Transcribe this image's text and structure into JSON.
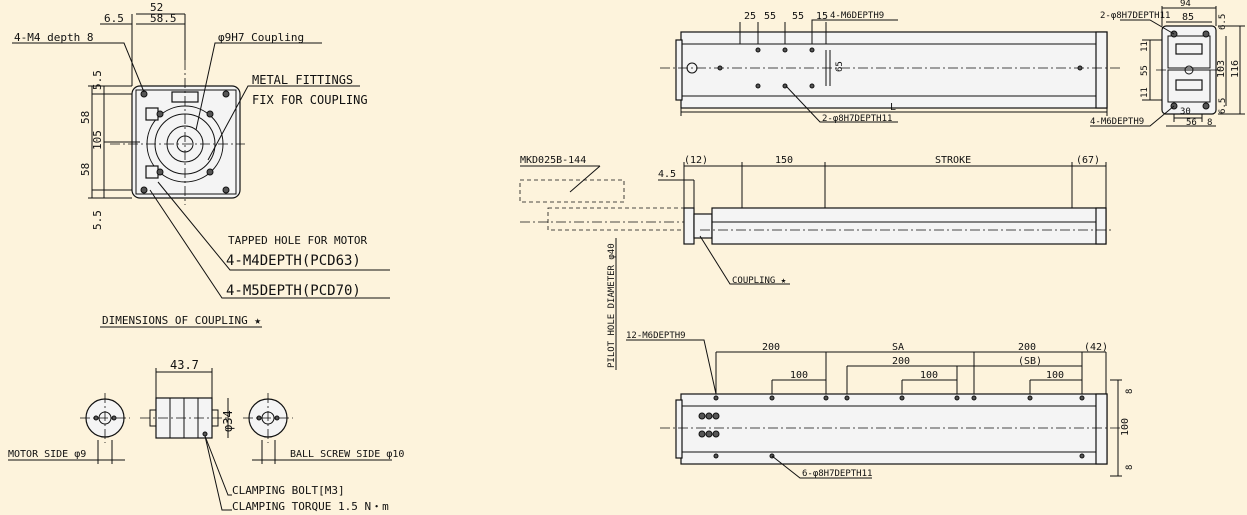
{
  "coupling_view": {
    "dim_52": "52",
    "dim_6_5": "6.5",
    "dim_58_5": "58.5",
    "tap_m4_depth8": "4-M4 depth 8",
    "coupling_phi9h7": "φ9H7 Coupling",
    "dim_5_5_top": "5.5",
    "dim_58_top": "58",
    "dim_105": "105",
    "dim_58_bottom": "58",
    "dim_5_5_bottom": "5.5",
    "metal_fittings": "METAL FITTINGS",
    "fix_for_coupling": "FIX FOR COUPLING",
    "tapped_hole": "TAPPED HOLE FOR MOTOR",
    "m4_depth_pcd63": "4-M4DEPTH(PCD63)",
    "m5_depth_pcd70": "4-M5DEPTH(PCD70)",
    "dimensions_of_coupling": "DIMENSIONS OF COUPLING ★"
  },
  "coupling_detail": {
    "dim_43_7": "43.7",
    "dim_phi34": "φ34",
    "motor_side": "MOTOR SIDE φ9",
    "ball_screw_side": "BALL SCREW SIDE φ10",
    "clamping_bolt": "CLAMPING BOLT[M3]",
    "clamping_torque": "CLAMPING TORQUE 1.5 N・m"
  },
  "top_view": {
    "dim_25": "25",
    "dim_55a": "55",
    "dim_55b": "55",
    "dim_15": "15",
    "m6_depth9": "4-M6DEPTH9",
    "dim_65": "65",
    "dim_l": "L",
    "phi8_depth11": "2-φ8H7DEPTH11"
  },
  "end_view": {
    "dim_94": "94",
    "dim_85": "85",
    "phi8_depth11": "2-φ8H7DEPTH11",
    "dim_6_5_top": "6.5",
    "dim_11_top": "11",
    "dim_55": "55",
    "dim_11_bottom": "11",
    "dim_103": "103",
    "dim_116": "116",
    "dim_6_5_bottom": "6.5",
    "dim_30": "30",
    "m6_depth9": "4-M6DEPTH9",
    "dim_56": "56",
    "dim_8": "8"
  },
  "side_view": {
    "motor_model": "MKD025B-144",
    "dim_12": "(12)",
    "dim_4_5": "4.5",
    "dim_150": "150",
    "stroke": "STROKE",
    "dim_67": "(67)",
    "pilot_hole": "PILOT HOLE DIAMETER φ40",
    "coupling_star": "COUPLING ★"
  },
  "bottom_view": {
    "m6_depth9": "12-M6DEPTH9",
    "dim_200a": "200",
    "dim_sa": "SA",
    "dim_200b": "200",
    "dim_42": "(42)",
    "dim_200c": "200",
    "dim_sb": "(SB)",
    "dim_100a": "100",
    "dim_100b": "100",
    "dim_100c": "100",
    "dim_8_top": "8",
    "dim_100_vert": "100",
    "dim_8_bottom": "8",
    "phi8_depth11": "6-φ8H7DEPTH11"
  }
}
